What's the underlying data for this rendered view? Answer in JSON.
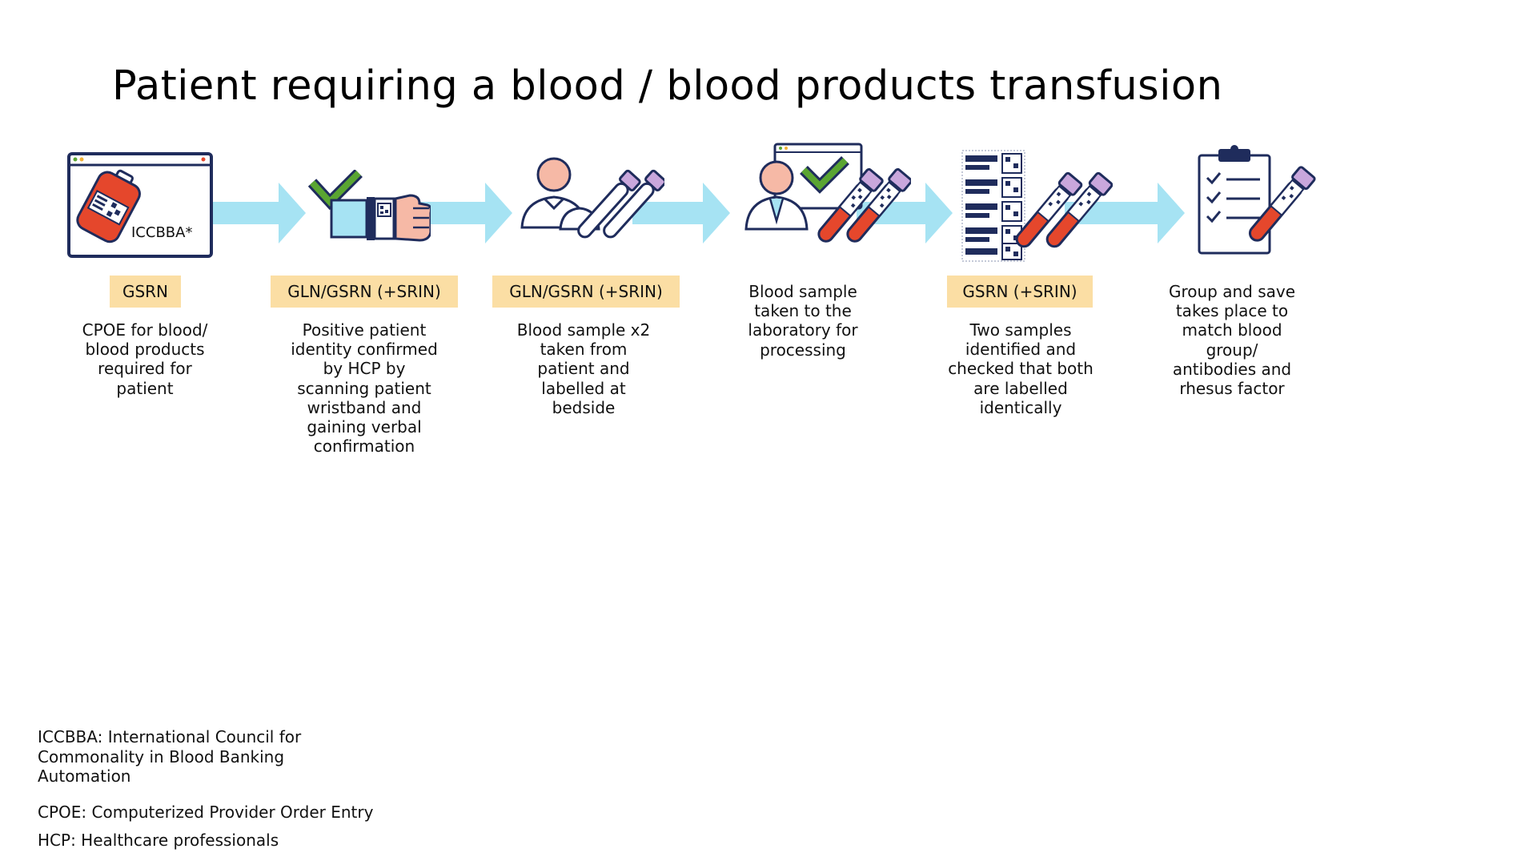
{
  "title": "Patient requiring a blood / blood products transfusion",
  "colors": {
    "arrow": "#a6e3f3",
    "badge": "#fbdea4",
    "navy": "#1f2c5c",
    "red": "#e5472c",
    "skin": "#f6b9a6",
    "purple": "#c9a7dc",
    "green": "#5aa532",
    "light_blue": "#a6e3f3"
  },
  "steps": [
    {
      "icon": "blood-bag-screen-icon",
      "icon_label": "ICCBBA*",
      "badge": "GSRN",
      "desc_lines": [
        "CPOE for blood/",
        "blood products",
        "required for",
        "patient"
      ]
    },
    {
      "icon": "wristband-check-icon",
      "badge": "GLN/GSRN (+SRIN)",
      "desc_lines": [
        "Positive patient",
        "identity confirmed",
        "by HCP by",
        "scanning patient",
        "wristband and",
        "gaining verbal",
        "confirmation"
      ]
    },
    {
      "icon": "patient-sample-tubes-icon",
      "badge": "GLN/GSRN (+SRIN)",
      "desc_lines": [
        "Blood sample x2",
        "taken from",
        "patient and",
        "labelled at",
        "bedside"
      ]
    },
    {
      "icon": "doctor-lab-tubes-icon",
      "badge": "",
      "desc_lines": [
        "Blood sample",
        "taken to the",
        "laboratory for",
        "processing"
      ]
    },
    {
      "icon": "barcode-list-tubes-icon",
      "badge": "GSRN (+SRIN)",
      "desc_lines": [
        "Two samples",
        "identified and",
        "checked that both",
        "are labelled",
        "identically"
      ]
    },
    {
      "icon": "clipboard-tube-icon",
      "badge": "",
      "desc_lines": [
        "Group and save",
        "takes place to",
        "match blood",
        "group/",
        "antibodies and",
        "rhesus factor"
      ]
    }
  ],
  "footnotes": {
    "iccbba_lines": [
      "ICCBBA: International Council for",
      "Commonality in Blood Banking",
      "Automation"
    ],
    "cpoe": "CPOE: Computerized Provider Order Entry",
    "hcp": "HCP: Healthcare professionals"
  }
}
